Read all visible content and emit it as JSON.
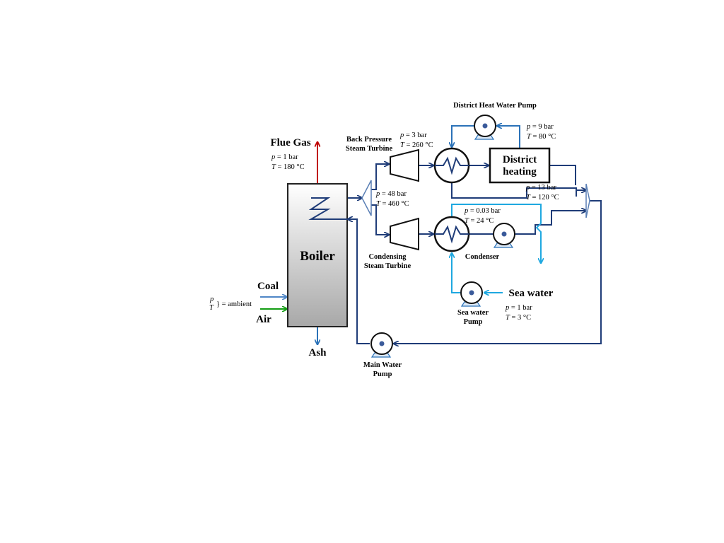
{
  "colors": {
    "main_line": "#1f3c78",
    "district_line": "#2b72b8",
    "sea_line": "#1fa8e0",
    "flue_gas": "#c00000",
    "air": "#139d13",
    "coal": "#4f86c6",
    "boiler_gradient_top": "#ffffff",
    "boiler_gradient_bottom": "#a8a8a8"
  },
  "boiler": {
    "label": "Boiler"
  },
  "flue_gas": {
    "label": "Flue Gas",
    "p_value": "= 1 bar",
    "t_value": "= 180 °C"
  },
  "inputs": {
    "coal_label": "Coal",
    "air_label": "Air",
    "ambient_label": "} = ambient",
    "p_symbol": "p",
    "t_symbol": "T"
  },
  "ash": {
    "label": "Ash"
  },
  "boiler_outlet": {
    "p_value": "= 48 bar",
    "t_value": "= 460 °C"
  },
  "back_pressure_turbine": {
    "label_line1": "Back Pressure",
    "label_line2": "Steam Turbine",
    "p_value": "= 3 bar",
    "t_value": "= 260 °C"
  },
  "condensing_turbine": {
    "label_line1": "Condensing",
    "label_line2": "Steam Turbine"
  },
  "district_heat_pump": {
    "label": "District Heat Water Pump",
    "p_value": "= 9 bar",
    "t_value": "= 80 °C"
  },
  "district_heating": {
    "label_line1": "District",
    "label_line2": "heating",
    "p_value": "= 13 bar",
    "t_value": "= 120 °C"
  },
  "condenser": {
    "label": "Condenser",
    "p_value": "= 0.03 bar",
    "t_value": "= 24 °C"
  },
  "sea_water": {
    "label": "Sea water",
    "pump_label_line1": "Sea water",
    "pump_label_line2": "Pump",
    "p_value": "= 1 bar",
    "t_value": "= 3 °C"
  },
  "main_pump": {
    "label_line1": "Main Water",
    "label_line2": "Pump"
  }
}
